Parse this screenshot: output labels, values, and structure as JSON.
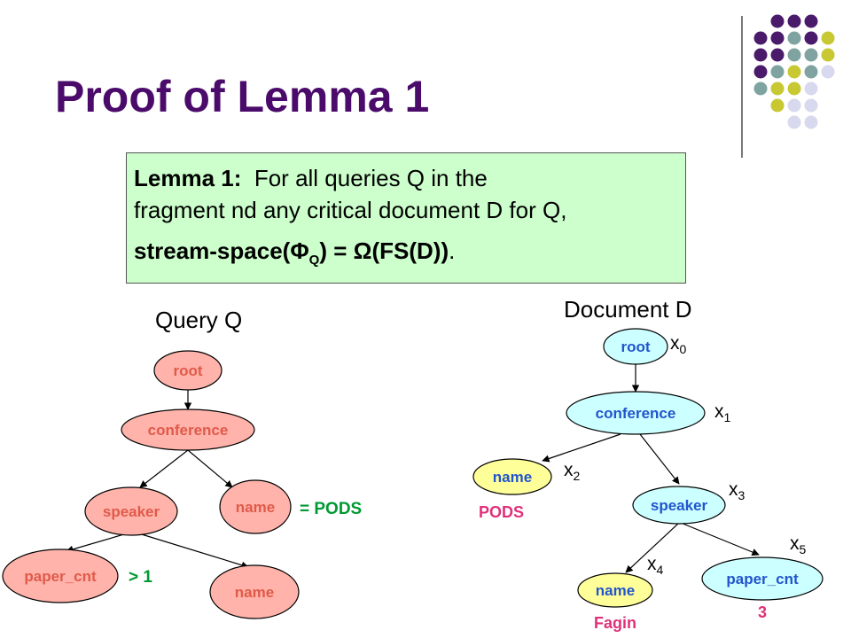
{
  "slide": {
    "title": "Proof of Lemma 1"
  },
  "lemma": {
    "lead": "Lemma 1:",
    "line1_rest": "For all queries Q in the",
    "line2": "fragment nd any critical document D for Q,",
    "formula_prefix": "stream-space(",
    "phi": "Φ",
    "phi_sub": "Q",
    "formula_mid": ") = ",
    "omega": "Ω",
    "formula_suffix": "(FS(D))",
    "period": "."
  },
  "query": {
    "label": "Query Q",
    "nodes": {
      "root": "root",
      "conference": "conference",
      "speaker": "speaker",
      "name_right": "name",
      "paper_cnt": "paper_cnt",
      "name_bottom": "name"
    },
    "annotations": {
      "name_eq": "= PODS",
      "paper_gt": "> 1"
    }
  },
  "document": {
    "label": "Document D",
    "nodes": {
      "root": "root",
      "conference": "conference",
      "name": "name",
      "speaker": "speaker",
      "name_bottom": "name",
      "paper_cnt": "paper_cnt"
    },
    "values": {
      "pods": "PODS",
      "fagin": "Fagin",
      "three": "3"
    },
    "var_letter": "x",
    "var_subs": [
      "0",
      "1",
      "2",
      "3",
      "4",
      "5"
    ]
  },
  "colors": {
    "title": "#4b0b6b",
    "query_node_fill": "#ffb3aa",
    "doc_node_fill": "#ccffff",
    "doc_name_fill": "#ffff99",
    "text_red": "#e05a4a",
    "text_blue": "#2255cc",
    "text_green": "#009933",
    "text_magenta": "#e0307a",
    "dot_purple": "#4b1b6b",
    "dot_teal": "#7fa3a0",
    "dot_yellow": "#c8c832",
    "dot_lavender": "#d8d8ee"
  }
}
